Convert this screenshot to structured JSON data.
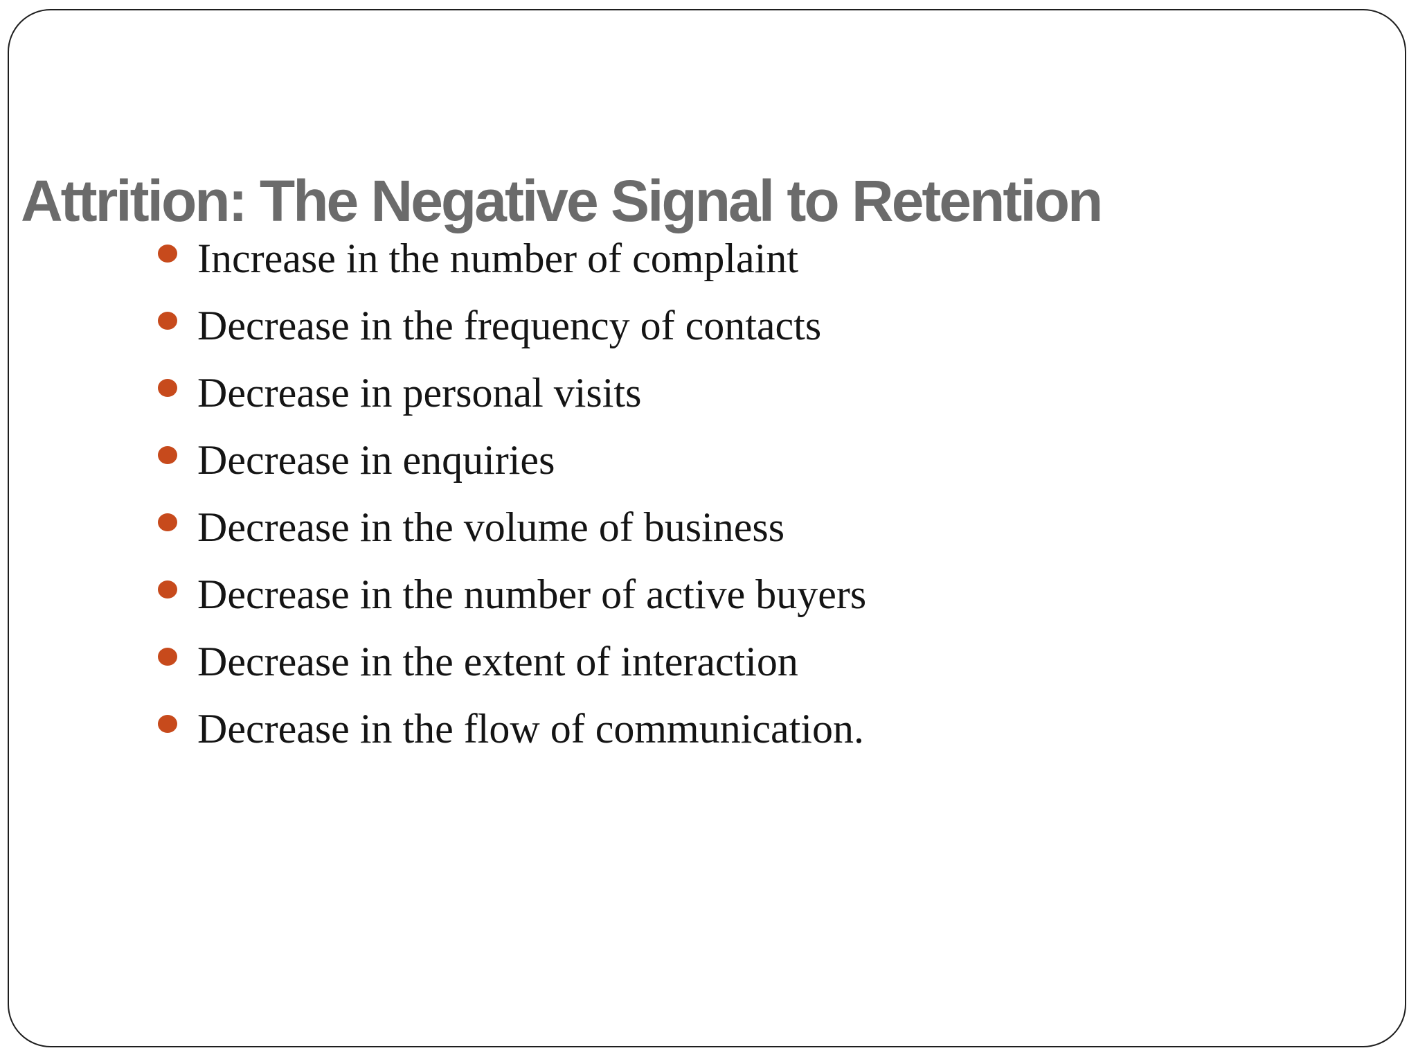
{
  "slide": {
    "title": "Attrition: The Negative Signal to Retention",
    "bullets": [
      "Increase in the number of complaint",
      "Decrease in the frequency of contacts",
      "Decrease in personal visits",
      "Decrease in enquiries",
      "Decrease in the volume of business",
      "Decrease in the number of active buyers",
      "Decrease in the extent of interaction",
      "Decrease in the flow of communication."
    ]
  },
  "colors": {
    "title_gray": "#6b6b6b",
    "body_text": "#141414",
    "bullet_orange": "#c74a1c",
    "border_dark": "#1e1e1e",
    "background": "#ffffff"
  }
}
